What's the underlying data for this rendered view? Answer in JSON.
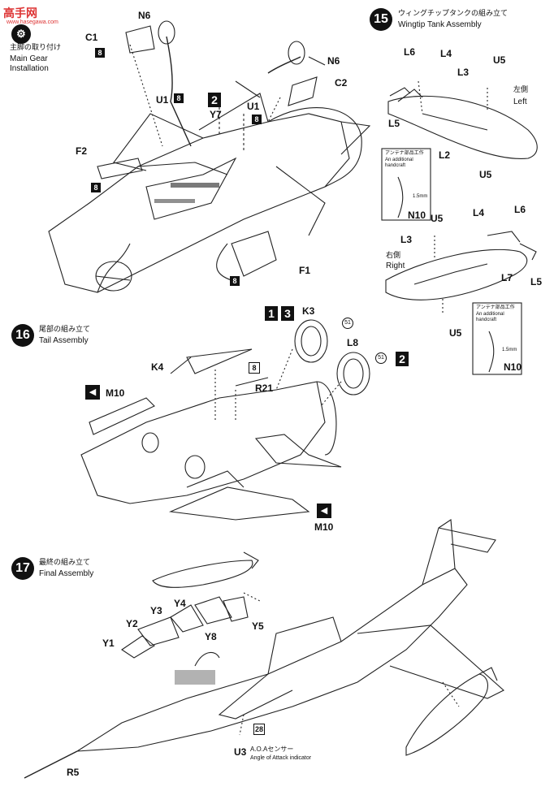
{
  "watermark": {
    "text": "高手网",
    "url": "www.hasegawa.com"
  },
  "step14": {
    "title_jp": "主脚の取り付け",
    "title_en_1": "Main Gear",
    "title_en_2": "Installation",
    "parts": [
      "N6",
      "C1",
      "8",
      "U1",
      "8",
      "Y7",
      "2",
      "N6",
      "C2",
      "U1",
      "8",
      "F2",
      "8",
      "F1",
      "8"
    ]
  },
  "step15": {
    "num": "15",
    "title_jp": "ウィングチップタンクの組み立て",
    "title_en": "Wingtip Tank Assembly",
    "left_jp": "左側",
    "left_en": "Left",
    "right_jp": "右側",
    "right_en": "Right",
    "parts_left": [
      "L6",
      "L4",
      "L3",
      "U5",
      "L5",
      "L2",
      "U5",
      "N10"
    ],
    "parts_right": [
      "U5",
      "L4",
      "L6",
      "L3",
      "L7",
      "L5",
      "U5",
      "N10"
    ],
    "note_jp": "アンテナ部品工作",
    "note_en_1": "An additional",
    "note_en_2": "handcraft",
    "dim": "1.5mm"
  },
  "step16": {
    "num": "16",
    "title_jp": "尾部の組み立て",
    "title_en": "Tail Assembly",
    "parts": [
      "K3",
      "51",
      "L8",
      "51",
      "2",
      "K4",
      "8",
      "R21",
      "M10",
      "M10"
    ],
    "top_markers": [
      "1",
      "3"
    ]
  },
  "step17": {
    "num": "17",
    "title_jp": "最終の組み立て",
    "title_en": "Final Assembly",
    "parts": [
      "Y4",
      "Y3",
      "Y2",
      "Y1",
      "Y8",
      "Y5",
      "R5",
      "28"
    ],
    "u3": "U3",
    "u3_jp": "A.O.Aセンサー",
    "u3_en": "Angle of Attack indicator"
  }
}
